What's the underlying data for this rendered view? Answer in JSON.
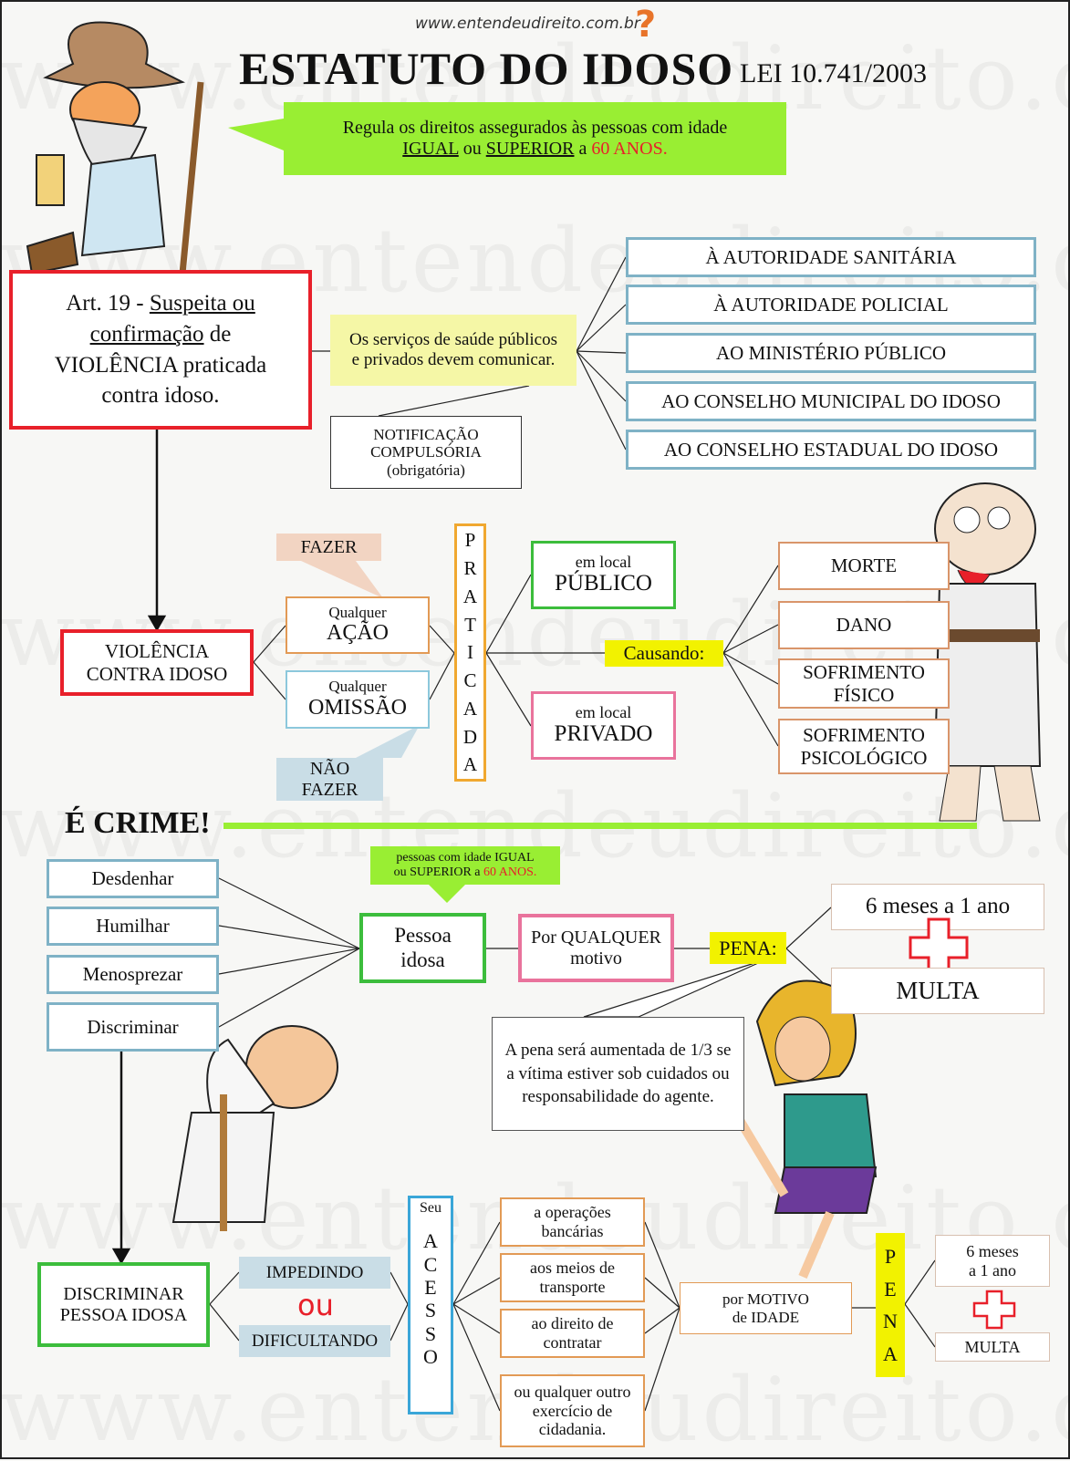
{
  "site_url": "www.entendeudireito.com.br",
  "watermark": "www.entendeudireito.com.br",
  "header": {
    "title": "ESTATUTO DO IDOSO",
    "law": "LEI 10.741/2003",
    "intro_line1": "Regula os direitos assegurados às pessoas com idade",
    "intro_igual": "IGUAL",
    "intro_ou": "ou",
    "intro_superior": "SUPERIOR",
    "intro_a": "a",
    "intro_age": "60 ANOS."
  },
  "art19": {
    "line1_a": "Art. 19 - ",
    "line1_b": "Suspeita ou",
    "line2_a": "confirmação",
    "line2_b": " de",
    "line3": "VIOLÊNCIA praticada",
    "line4": "contra idoso."
  },
  "services": {
    "text": "Os serviços de saúde públicos e privados devem comunicar.",
    "notification_l1": "NOTIFICAÇÃO",
    "notification_l2": "COMPULSÓRIA",
    "notification_l3": "(obrigatória)",
    "recipients": [
      "À AUTORIDADE SANITÁRIA",
      "À AUTORIDADE POLICIAL",
      "AO MINISTÉRIO PÚBLICO",
      "AO CONSELHO MUNICIPAL DO IDOSO",
      "AO CONSELHO ESTADUAL DO IDOSO"
    ]
  },
  "violence": {
    "box_l1": "VIOLÊNCIA",
    "box_l2": "CONTRA IDOSO",
    "fazer": "FAZER",
    "nao_fazer_l1": "NÃO",
    "nao_fazer_l2": "FAZER",
    "acao_l1": "Qualquer",
    "acao_l2": "AÇÃO",
    "omissao_l1": "Qualquer",
    "omissao_l2": "OMISSÃO",
    "praticada": [
      "P",
      "R",
      "A",
      "T",
      "I",
      "C",
      "A",
      "D",
      "A"
    ],
    "publico_l1": "em local",
    "publico_l2": "PÚBLICO",
    "privado_l1": "em local",
    "privado_l2": "PRIVADO",
    "causando": "Causando:",
    "results": [
      "MORTE",
      "DANO",
      "SOFRIMENTO FÍSICO",
      "SOFRIMENTO PSICOLÓGICO"
    ]
  },
  "crime": {
    "heading": "É CRIME!",
    "actions": [
      "Desdenhar",
      "Humilhar",
      "Menosprezar",
      "Discriminar"
    ],
    "note_l1": "pessoas com idade IGUAL",
    "note_l2a": "ou SUPERIOR a ",
    "note_l2b": "60 ANOS.",
    "pessoa_l1": "Pessoa",
    "pessoa_l2": "idosa",
    "motivo_l1": "Por QUALQUER",
    "motivo_l2": "motivo",
    "pena_label": "PENA:",
    "pena_time": "6 meses a 1 ano",
    "pena_fine": "MULTA",
    "aggravation": "A pena será aumentada de 1/3 se a vítima estiver sob cuidados ou responsabilidade do agente."
  },
  "discrimination": {
    "box_l1": "DISCRIMINAR",
    "box_l2": "PESSOA IDOSA",
    "impedindo": "IMPEDINDO",
    "ou": "ou",
    "dificultando": "DIFICULTANDO",
    "seu": "Seu",
    "acesso": [
      "A",
      "C",
      "E",
      "S",
      "S",
      "O"
    ],
    "targets": [
      "a operações bancárias",
      "aos meios de transporte",
      "ao direito de contratar",
      "ou qualquer outro exercício de cidadania."
    ],
    "motivo_l1": "por MOTIVO",
    "motivo_l2": "de IDADE",
    "pena": [
      "P",
      "E",
      "N",
      "A"
    ],
    "pena_time_l1": "6 meses",
    "pena_time_l2": "a 1 ano",
    "pena_fine": "MULTA"
  },
  "colors": {
    "green": "#99ee33",
    "yellow": "#f2f200",
    "red": "#e8202a",
    "blue_border": "#7fb2c6"
  }
}
